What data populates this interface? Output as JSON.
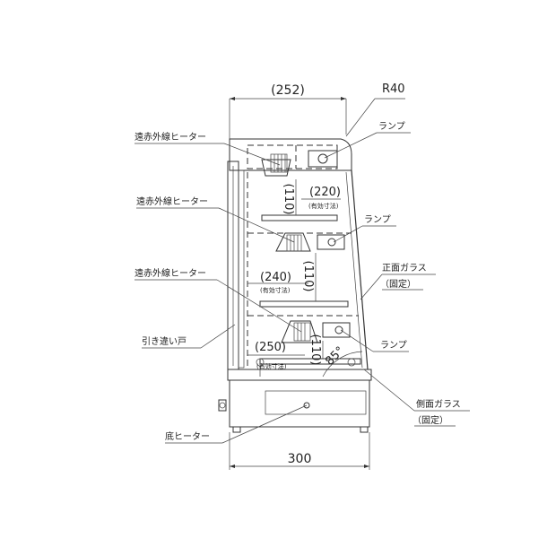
{
  "dimensions": {
    "top_width": "(252)",
    "bottom_width": "300",
    "radius": "R40",
    "shelf1_width": "(220)",
    "shelf2_width": "(240)",
    "shelf3_width": "(250)",
    "shelf_pitch_1": "(110)",
    "shelf_pitch_2": "(110)",
    "shelf_pitch_3": "(110)",
    "glass_angle": "85°",
    "effective_note": "(有効寸法)"
  },
  "labels": {
    "heater_1": "遠赤外線ヒーター",
    "heater_2": "遠赤外線ヒーター",
    "heater_3": "遠赤外線ヒーター",
    "sliding_door": "引き違い戸",
    "bottom_heater": "底ヒーター",
    "lamp_1": "ランプ",
    "lamp_2": "ランプ",
    "lamp_3": "ランプ",
    "front_glass": "正面ガラス",
    "front_glass_fixed": "（固定）",
    "side_glass": "側面ガラス",
    "side_glass_fixed": "（固定）"
  }
}
